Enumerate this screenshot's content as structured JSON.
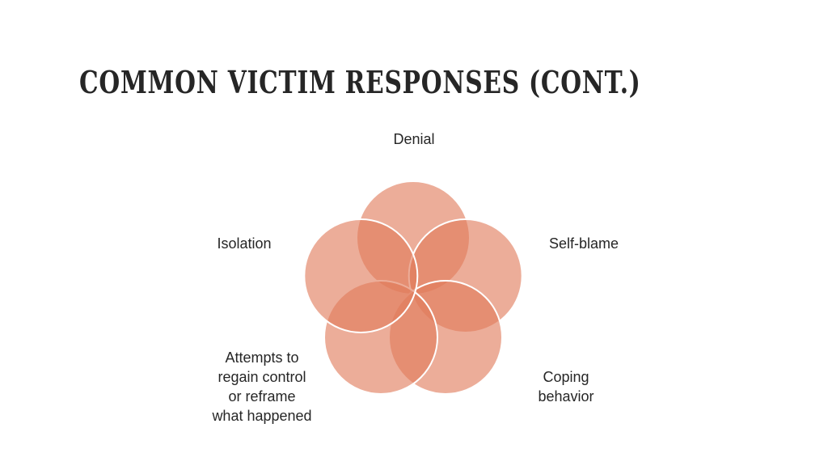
{
  "slide": {
    "title": "COMMON VICTIM RESPONSES (CONT.)"
  },
  "diagram": {
    "type": "venn",
    "petal_count": 5,
    "colors": {
      "petal_fill": "#e07b5a",
      "petal_stroke": "#ffffff",
      "text": "#262626"
    },
    "labels": [
      {
        "id": "denial",
        "text": "Denial"
      },
      {
        "id": "self-blame",
        "text": "Self-blame"
      },
      {
        "id": "coping",
        "text": "Coping\nbehavior"
      },
      {
        "id": "attempts",
        "text": "Attempts to\nregain control\nor reframe\nwhat happened"
      },
      {
        "id": "isolation",
        "text": "Isolation"
      }
    ]
  }
}
